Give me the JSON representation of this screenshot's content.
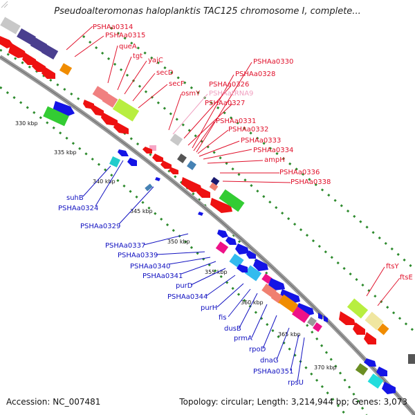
{
  "title": "Pseudoalteromonas haloplanktis TAC125 chromosome I, complete...",
  "accession": "Accession: NC_007481",
  "summary": "Topology: circular; Length: 3,214,944 bp; Genes: 3,073",
  "colors": {
    "forward_label": "#e0102a",
    "reverse_label": "#1010c0",
    "rna_label": "#f0a0c0",
    "backbone": "#888888",
    "gc_dots": "#2e8b2e"
  },
  "ticks": [
    "330 kbp",
    "335 kbp",
    "340 kbp",
    "345 kbp",
    "350 kbp",
    "355 kbp",
    "360 kbp",
    "365 kbp",
    "370 kbp"
  ],
  "forward_labels": [
    "PSHAa0314",
    "PSHAa0315",
    "queA",
    "tgt",
    "yajC",
    "secD",
    "secF",
    "osmY",
    "PSHAatRNA9",
    "PSHAa0326",
    "PSHAa0327",
    "PSHAa0328",
    "PSHAa0330",
    "PSHAa0331",
    "PSHAa0332",
    "PSHAa0333",
    "PSHAa0334",
    "ampH",
    "PSHAa0336",
    "PSHAa0338",
    "ftsY",
    "ftsE"
  ],
  "reverse_labels": [
    "suhB",
    "PSHAa0324",
    "PSHAa0329",
    "PSHAa0337",
    "PSHAa0339",
    "PSHAa0340",
    "PSHAa0341",
    "purD",
    "PSHAa0344",
    "purH",
    "fis",
    "dusB",
    "prmA",
    "rpoD",
    "dnaG",
    "PSHAa0351",
    "rpsU"
  ]
}
